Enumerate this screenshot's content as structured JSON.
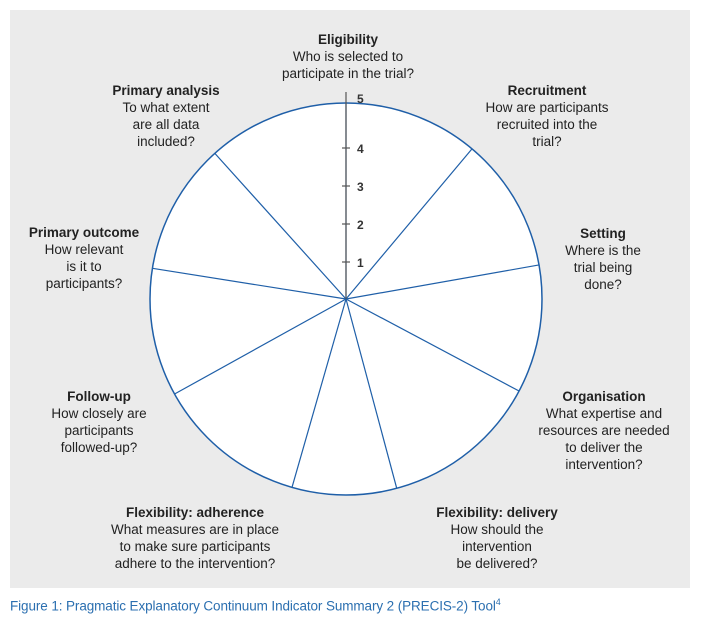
{
  "colors": {
    "circle": "#1f5fa8",
    "spoke": "#1f5fa8",
    "panel": "#ebebeb",
    "caption": "#2b6fb0"
  },
  "scale": {
    "ticks": [
      "1",
      "2",
      "3",
      "4",
      "5"
    ]
  },
  "domains": [
    {
      "title": "Eligibility",
      "question": "Who is selected to\nparticipate in the trial?"
    },
    {
      "title": "Recruitment",
      "question": "How are participants\nrecruited into the\ntrial?"
    },
    {
      "title": "Setting",
      "question": "Where is the\ntrial being\ndone?"
    },
    {
      "title": "Organisation",
      "question": "What expertise and\nresources are needed\nto deliver the\nintervention?"
    },
    {
      "title": "Flexibility: delivery",
      "question": "How should the\nintervention\nbe delivered?"
    },
    {
      "title": "Flexibility: adherence",
      "question": "What measures are in place\nto make sure participants\nadhere to the intervention?"
    },
    {
      "title": "Follow-up",
      "question": "How closely are\nparticipants\nfollowed-up?"
    },
    {
      "title": "Primary outcome",
      "question": "How relevant\nis it to\nparticipants?"
    },
    {
      "title": "Primary analysis",
      "question": "To what extent\nare all data\nincluded?"
    }
  ],
  "caption": {
    "text": "Figure 1: Pragmatic Explanatory Continuum Indicator Summary 2 (PRECIS-2) Tool",
    "sup": "4"
  }
}
